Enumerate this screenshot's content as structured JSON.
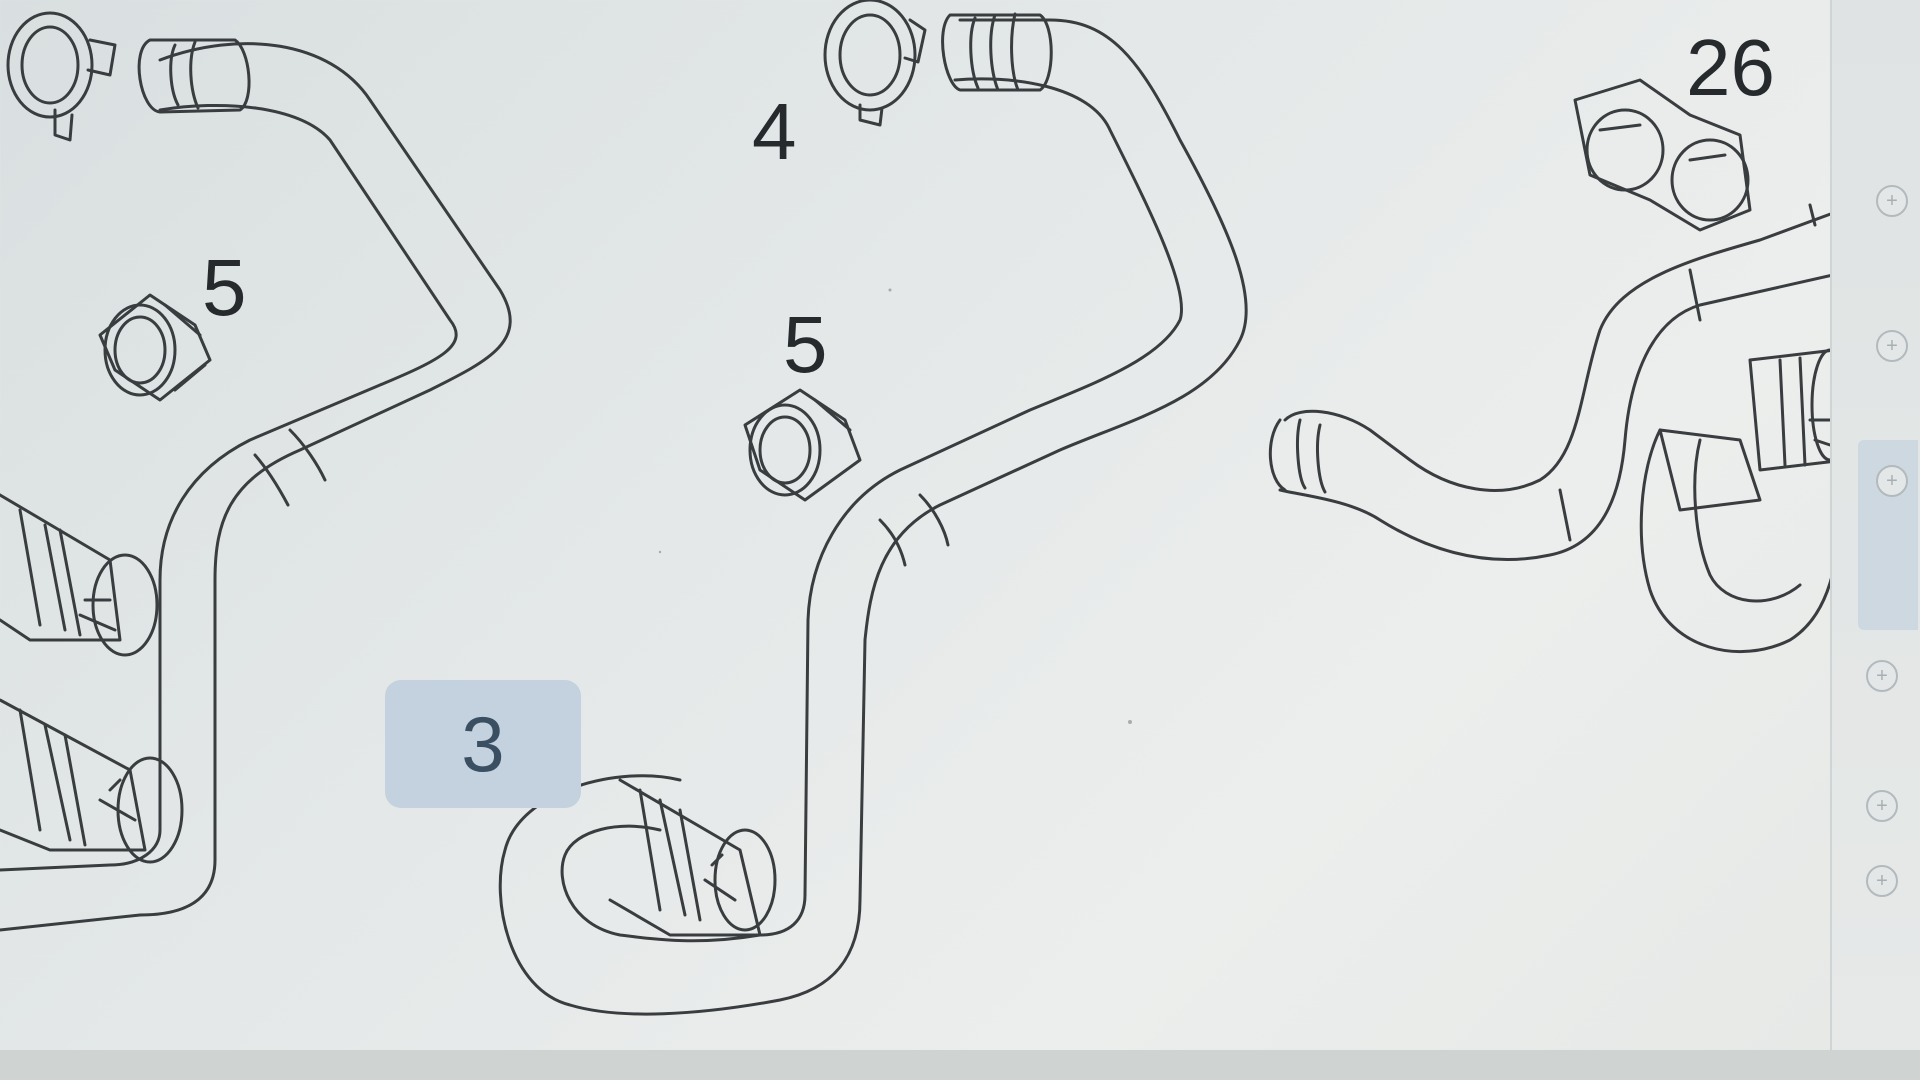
{
  "diagram": {
    "callouts": [
      {
        "id": "label-4",
        "text": "4"
      },
      {
        "id": "label-5-left",
        "text": "5"
      },
      {
        "id": "label-5-center",
        "text": "5"
      },
      {
        "id": "label-26",
        "text": "26"
      },
      {
        "id": "label-3",
        "text": "3",
        "selected": true
      }
    ]
  },
  "side_panel": {
    "buttons": [
      "plus-circle-icon",
      "plus-circle-icon",
      "plus-circle-icon",
      "plus-circle-icon",
      "plus-circle-icon",
      "plus-circle-icon"
    ],
    "selected_tab_color": "#c9d6e0"
  },
  "colors": {
    "line": "#3a3d3f",
    "highlight": "#c3d2de",
    "background": "#e4e8e8"
  }
}
